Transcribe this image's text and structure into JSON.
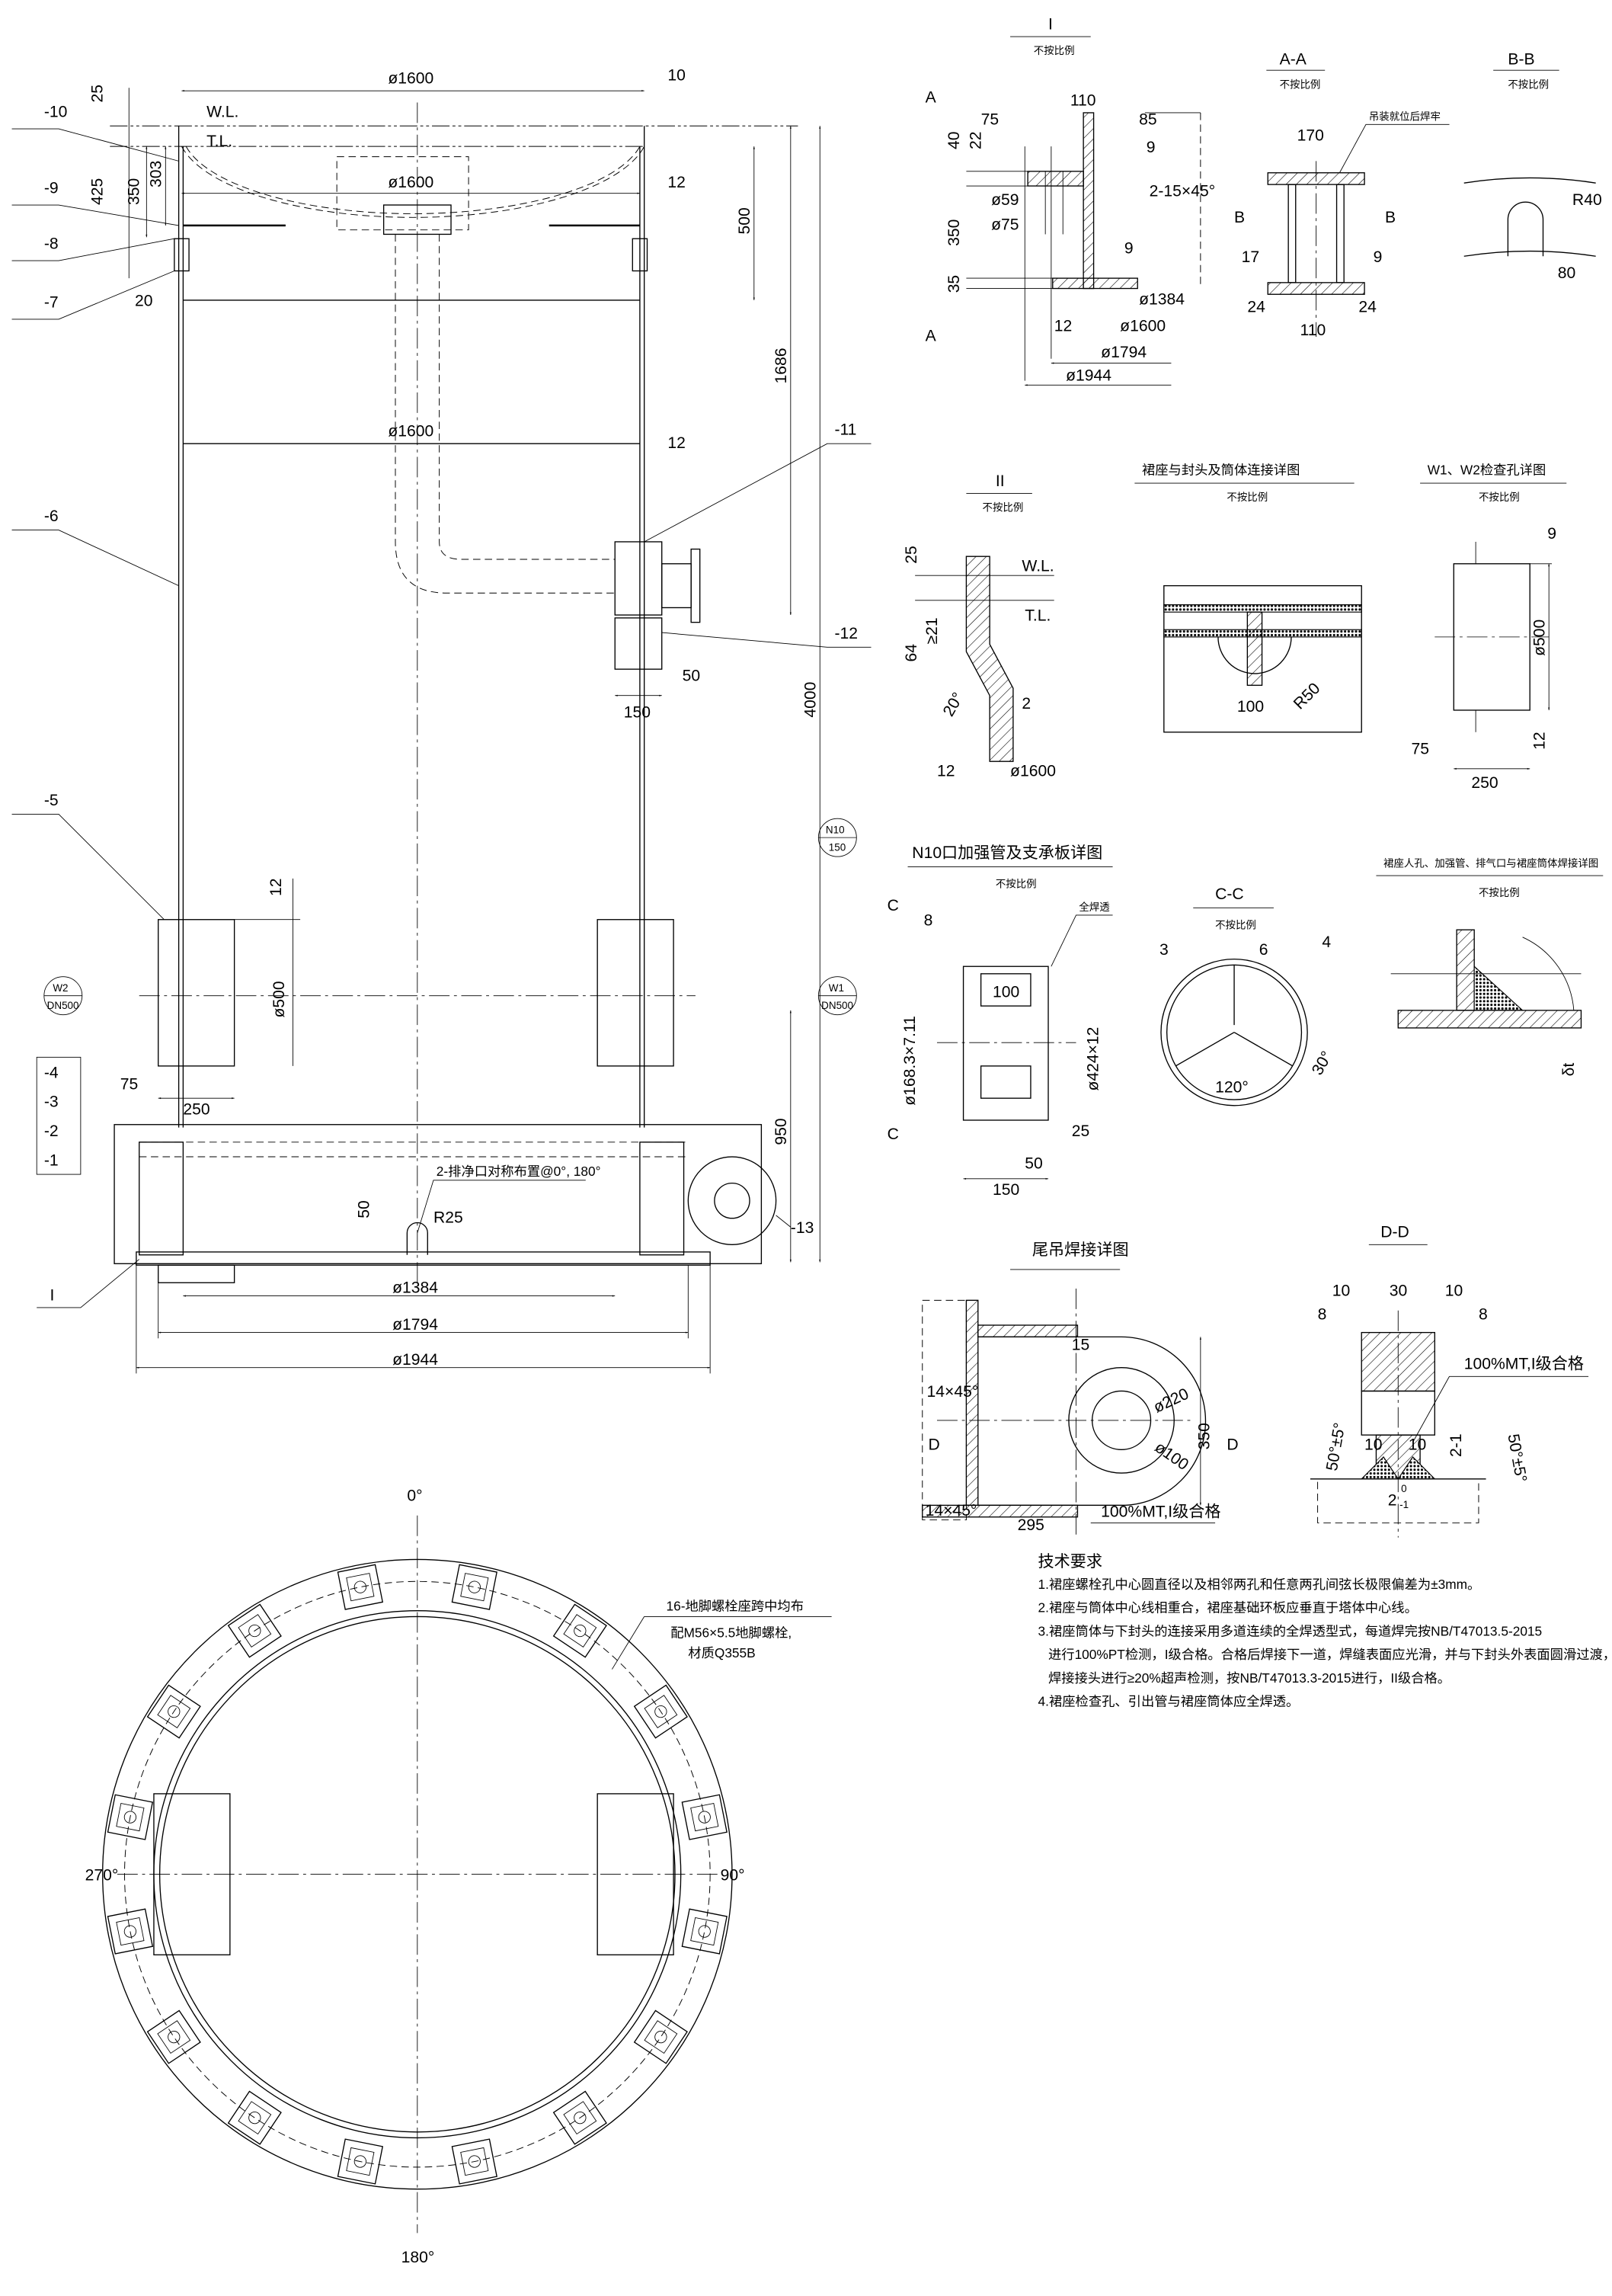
{
  "main_view": {
    "wl": "W.L.",
    "tl": "T.L.",
    "dims": {
      "d1600_top": "ø1600",
      "d10": "10",
      "d1600_mid": "ø1600",
      "d12_mid": "12",
      "d1600_low": "ø1600",
      "d12_low": "12",
      "d25": "25",
      "d425": "425",
      "d350": "350",
      "d303": "303",
      "d500": "500",
      "d1686": "1686",
      "d4000": "4000",
      "d20": "20",
      "d12_manhole": "12",
      "d500_manhole": "ø500",
      "d75": "75",
      "d250": "250",
      "d50_n10": "50",
      "d150_n10": "150",
      "d950": "950",
      "d50_drain": "50",
      "r25": "R25",
      "d1384": "ø1384",
      "d1794": "ø1794",
      "d1944": "ø1944"
    },
    "parts_left": [
      "-10",
      "-9",
      "-8",
      "-7",
      "-6",
      "-5",
      "-4",
      "-3",
      "-2",
      "-1",
      "I"
    ],
    "parts_right": [
      "-11",
      "-12",
      "-13"
    ],
    "nozzles": {
      "w2": "W2",
      "w2_size": "DN500",
      "w1": "W1",
      "w1_size": "DN500",
      "n10": "N10",
      "n10_size": "150"
    },
    "drain_note": "2-排净口对称布置@0°, 180°"
  },
  "plan_view": {
    "a0": "0°",
    "a90": "90°",
    "a180": "180°",
    "a270": "270°",
    "bolt_count": 16,
    "note1": "16-地脚螺栓座跨中均布",
    "note2": "配M56×5.5地脚螺栓,",
    "note3": "材质Q355B"
  },
  "detail_I": {
    "title": "I",
    "scale": "不按比例",
    "section_mark": "A",
    "dims": [
      "110",
      "75",
      "85",
      "40",
      "22",
      "9",
      "2-15×45°",
      "ø59",
      "ø75",
      "350",
      "9",
      "35",
      "ø1384",
      "12",
      "ø1600",
      "ø1794",
      "ø1944"
    ]
  },
  "detail_AA": {
    "title": "A-A",
    "scale": "不按比例",
    "note": "吊装就位后焊牢",
    "section_mark": "B",
    "dims": [
      "170",
      "17",
      "9",
      "24",
      "24",
      "110"
    ]
  },
  "detail_BB": {
    "title": "B-B",
    "scale": "不按比例",
    "dims": [
      "R40",
      "80"
    ]
  },
  "detail_II": {
    "title": "II",
    "scale": "不按比例",
    "wl": "W.L.",
    "tl": "T.L.",
    "dims": [
      "25",
      "≥21",
      "64",
      "20°",
      "2",
      "12",
      "ø1600"
    ]
  },
  "detail_conn": {
    "title": "裙座与封头及筒体连接详图",
    "scale": "不按比例",
    "dims": [
      "100",
      "R50"
    ]
  },
  "detail_W": {
    "title": "W1、W2检查孔详图",
    "scale": "不按比例",
    "dims": [
      "9",
      "ø500",
      "12",
      "75",
      "250"
    ]
  },
  "detail_N10": {
    "title": "N10口加强管及支承板详图",
    "scale": "不按比例",
    "weld_note": "全焊透",
    "section_mark": "C",
    "dims": [
      "8",
      "100",
      "ø168.3×7.11",
      "ø424×12",
      "25",
      "50",
      "150"
    ]
  },
  "detail_CC": {
    "title": "C-C",
    "scale": "不按比例",
    "dims": [
      "4",
      "3",
      "6",
      "30°",
      "120°"
    ]
  },
  "detail_manhole": {
    "title": "裙座人孔、加强管、排气口与裙座筒体焊接详图",
    "scale": "不按比例",
    "dims": [
      "δt"
    ]
  },
  "detail_lug": {
    "title": "尾吊焊接详图",
    "section_mark": "D",
    "dims": [
      "15",
      "14×45°",
      "ø220",
      "350",
      "14×45°",
      "ø100",
      "295"
    ],
    "inspection": "100%MT,I级合格"
  },
  "detail_DD": {
    "title": "D-D",
    "dims": [
      "10",
      "30",
      "10",
      "8",
      "8",
      "50°±5°",
      "10",
      "10",
      "2-1",
      "50°±5°",
      "2",
      "0",
      "-1"
    ],
    "inspection": "100%MT,I级合格"
  },
  "tech_req": {
    "title": "技术要求",
    "items": [
      "1.裙座螺栓孔中心圆直径以及相邻两孔和任意两孔间弦长极限偏差为±3mm。",
      "2.裙座与筒体中心线相重合，裙座基础环板应垂直于塔体中心线。",
      "3.裙座筒体与下封头的连接采用多道连续的全焊透型式，每道焊完按NB/T47013.5-2015",
      "进行100%PT检测，I级合格。合格后焊接下一道，焊缝表面应光滑，并与下封头外表面圆滑过渡，",
      "焊接接头进行≥20%超声检测，按NB/T47013.3-2015进行，II级合格。",
      "4.裙座检查孔、引出管与裙座筒体应全焊透。"
    ]
  }
}
